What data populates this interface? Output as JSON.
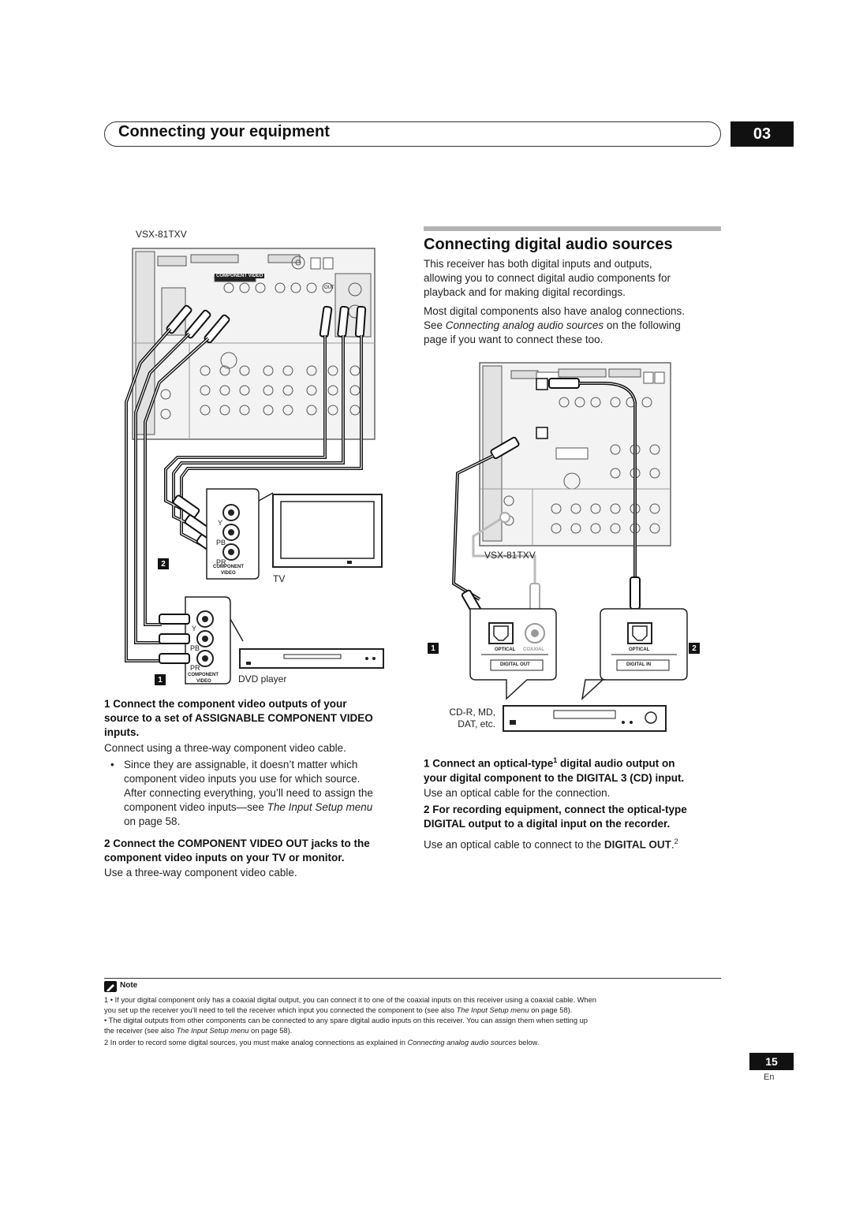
{
  "header": {
    "title": "Connecting your equipment",
    "chapter": "03"
  },
  "section": {
    "title": "Connecting digital audio sources"
  },
  "intro": {
    "p1": [
      "This receiver has both digital inputs and outputs,",
      "allowing you to connect digital audio components for",
      "playback and for making digital recordings."
    ],
    "p2_line1": "Most digital components also have analog connections.",
    "p2_see": "See ",
    "p2_italic": "Connecting analog audio sources",
    "p2_line2_rest": " on the following",
    "p2_line3": "page if you want to connect these too."
  },
  "left_diagram": {
    "receiver_label": "VSX-81TXV",
    "tv_label": "TV",
    "dvd_label": "DVD player",
    "badge_2": "2",
    "badge_1": "1",
    "component_video_jack": "COMPONENT VIDEO",
    "component_label_a": "COMPONENT",
    "component_label_b": "VIDEO",
    "jack_y": "Y",
    "jack_pb": "PB",
    "jack_pr": "PR",
    "out_label": "OUT"
  },
  "right_diagram": {
    "receiver_label": "VSX-81TXV",
    "recorder_label_a": "CD-R, MD,",
    "recorder_label_b": "DAT, etc.",
    "badge_1": "1",
    "badge_2": "2",
    "optical": "OPTICAL",
    "coaxial": "COAXIAL",
    "digital_out": "DIGITAL OUT",
    "digital_in": "DIGITAL IN"
  },
  "left_steps": {
    "s1_lines": [
      "1   Connect the component video outputs of your",
      "source to a set of ASSIGNABLE COMPONENT VIDEO",
      "inputs."
    ],
    "s1_body": "Connect using a three-way component video cable.",
    "bullet_lines": [
      "Since they are assignable, it doesn’t matter which",
      "component video inputs you use for which source.",
      "After connecting everything, you’ll need to assign the"
    ],
    "bullet_line4_prefix": "component video inputs—see ",
    "bullet_line4_italic": "The Input Setup menu",
    "bullet_line5": "on page 58.",
    "s2_lines": [
      "2   Connect the COMPONENT VIDEO OUT jacks to the",
      "component video inputs on your TV or monitor."
    ],
    "s2_body": "Use a three-way component video cable."
  },
  "right_steps": {
    "s1_line1_prefix": "1   Connect an optical-type",
    "s1_sup": "1",
    "s1_line1_suffix": " digital audio output on",
    "s1_line2": "your digital component to the DIGITAL 3 (CD) input.",
    "s1_body": "Use an optical cable for the connection.",
    "s2_lines": [
      "2   For recording equipment, connect the optical-type",
      "DIGITAL output to a digital input on the recorder."
    ],
    "s2_body_prefix": "Use an optical cable to connect to the ",
    "s2_body_bold": "DIGITAL OUT",
    "s2_body_suffix": ".",
    "s2_sup": "2"
  },
  "note": {
    "label": "Note",
    "f1a_prefix": "1  • If your digital component only has a coaxial digital output, you can connect it to one of the coaxial inputs on this receiver using a coaxial cable. When",
    "f1b_prefix": "you set up the receiver you’ll need to tell the receiver which input you connected the component to (see also ",
    "f1b_italic": "The Input Setup menu",
    "f1b_suffix": " on page 58).",
    "f1c": "   • The digital outputs from other components can be connected to any spare digital audio inputs on this receiver. You can assign them when setting up",
    "f1d_prefix": "the receiver (see also ",
    "f1d_italic": "The Input Setup menu",
    "f1d_suffix": " on page 58).",
    "f2_prefix": "2  In order to record some digital sources, you must make analog connections as explained in ",
    "f2_italic": "Connecting analog audio sources",
    "f2_suffix": " below."
  },
  "footer": {
    "page": "15",
    "lang": "En"
  }
}
